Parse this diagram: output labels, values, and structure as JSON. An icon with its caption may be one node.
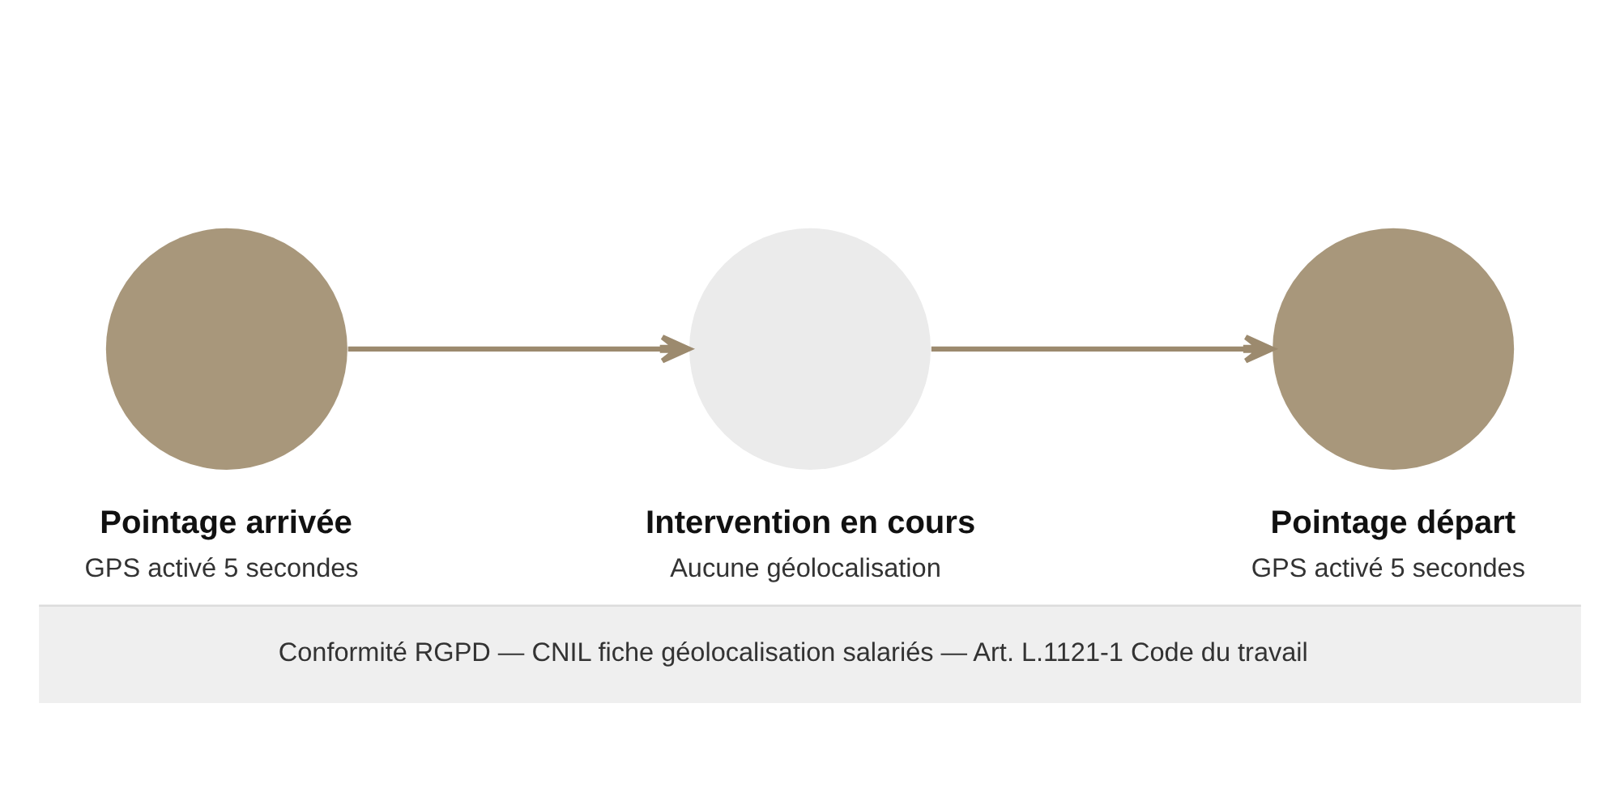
{
  "diagram": {
    "caption": "Conformité RGPD — CNIL fiche géolocalisation salariés — Art. L.1121-1 Code du travail",
    "nodes": [
      {
        "text": [
          "Pointage arrivée",
          "GPS activé 5 secondes"
        ]
      },
      {
        "text": [
          "Intervention en cours",
          "Aucune géolocalisation"
        ]
      },
      {
        "text": [
          "Pointage départ",
          "GPS activé 5 secondes"
        ]
      }
    ],
    "edges": [
      {
        "from": 0,
        "to": 1,
        "arrow": "to"
      },
      {
        "from": 1,
        "to": 2,
        "arrow": "to"
      }
    ]
  }
}
